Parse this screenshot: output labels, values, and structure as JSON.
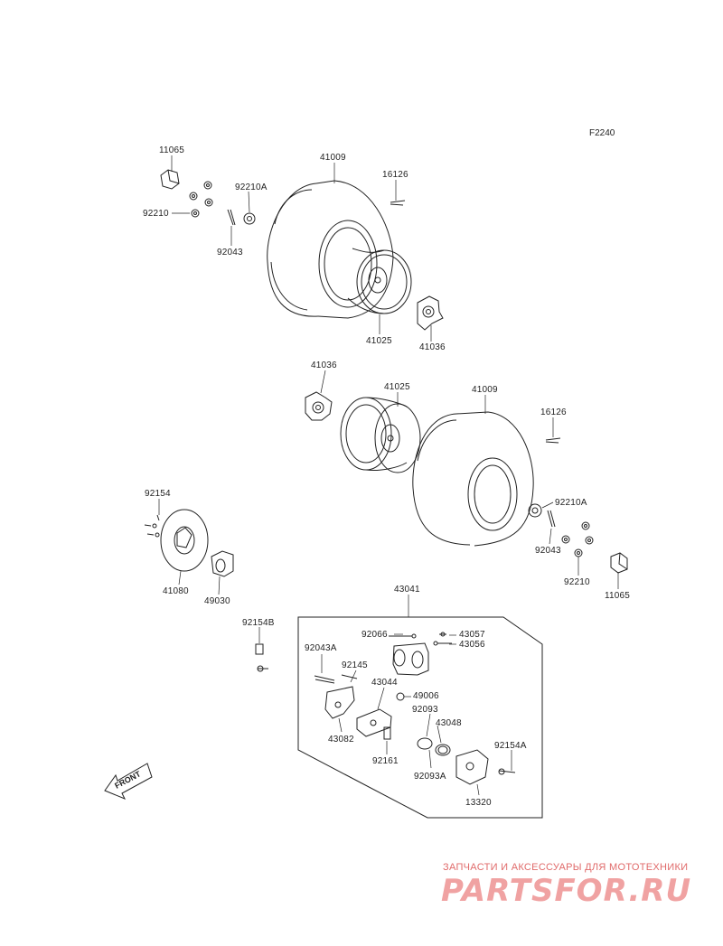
{
  "figure_code": "F2240",
  "front_label": "FRONT",
  "watermark": {
    "tagline": "ЗАПЧАСТИ И АКСЕССУАРЫ ДЛЯ МОТОТЕХНИКИ",
    "logo": "PARTSFOR.RU"
  },
  "parts": {
    "p11065_top": "11065",
    "p41009_top": "41009",
    "p16126_top": "16126",
    "p92210A_top": "92210A",
    "p92210_top": "92210",
    "p92043_top": "92043",
    "p41025_top": "41025",
    "p41036_top": "41036",
    "p41036_mid": "41036",
    "p41025_mid": "41025",
    "p41009_mid": "41009",
    "p16126_mid": "16126",
    "p92154": "92154",
    "p92210A_mid": "92210A",
    "p92043_mid": "92043",
    "p92210_mid": "92210",
    "p11065_mid": "11065",
    "p41080": "41080",
    "p49030": "49030",
    "p43041": "43041",
    "p92154B": "92154B",
    "p92066": "92066",
    "p43057": "43057",
    "p43056": "43056",
    "p92043A": "92043A",
    "p92145": "92145",
    "p43044": "43044",
    "p49006": "49006",
    "p92093": "92093",
    "p43048": "43048",
    "p43082": "43082",
    "p92161": "92161",
    "p92154A": "92154A",
    "p92093A": "92093A",
    "p13320": "13320"
  }
}
